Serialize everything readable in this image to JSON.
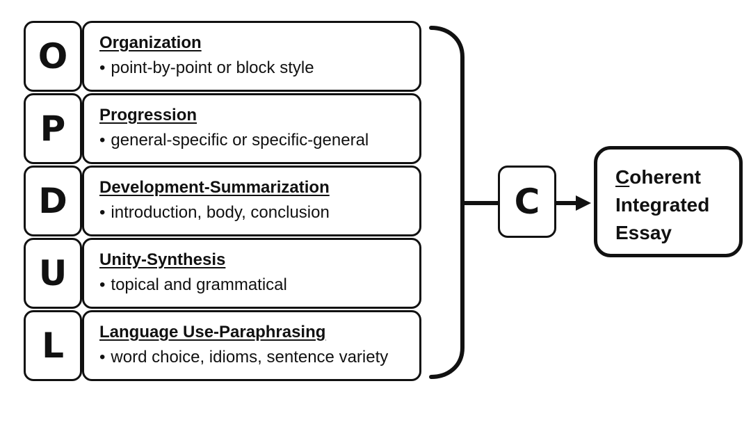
{
  "rows": [
    {
      "letter": "O",
      "title": "Organization",
      "detail": "point-by-point or block style"
    },
    {
      "letter": "P",
      "title": "Progression",
      "detail": "general-specific or specific-general"
    },
    {
      "letter": "D",
      "title": "Development-Summarization",
      "detail": "introduction, body, conclusion"
    },
    {
      "letter": "U",
      "title": "Unity-Synthesis",
      "detail": "topical and grammatical"
    },
    {
      "letter": "L",
      "title": "Language Use-Paraphrasing",
      "detail": "word choice, idioms, sentence variety"
    }
  ],
  "bullet": "•",
  "center_letter": "C",
  "result": {
    "first_letter": "C",
    "first_word_rest": "oherent",
    "line2": "Integrated",
    "line3": "Essay"
  }
}
